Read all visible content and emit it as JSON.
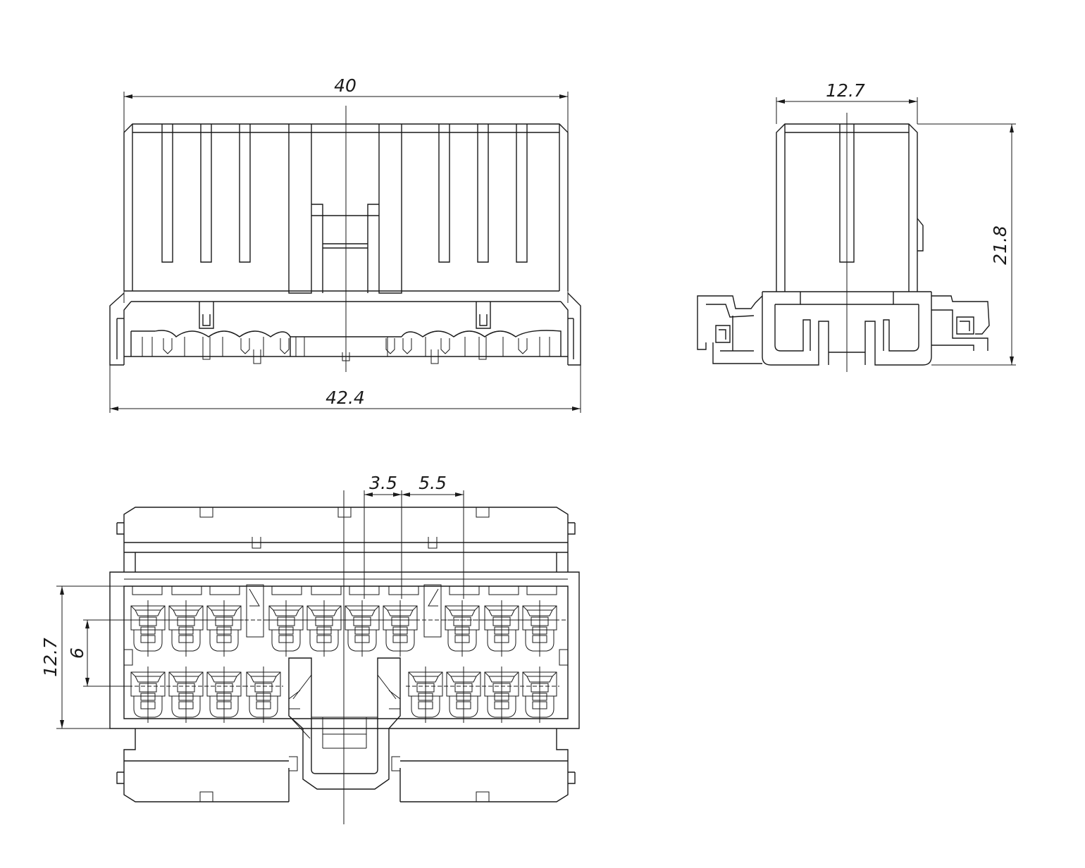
{
  "drawing": {
    "views": [
      "front-view",
      "side-view",
      "bottom-view"
    ],
    "dimensions": {
      "top_width": "40",
      "overall_width": "42.4",
      "side_width": "12.7",
      "side_height": "21.8",
      "pitch_small": "3.5",
      "pitch_large": "5.5",
      "bottom_height": "12.7",
      "row_spacing": "6"
    },
    "bottom_view": {
      "upper_row_cavities": 10,
      "lower_row_cavities": 8
    },
    "colors": {
      "line": "#1a1a1a",
      "background": "#ffffff"
    }
  }
}
